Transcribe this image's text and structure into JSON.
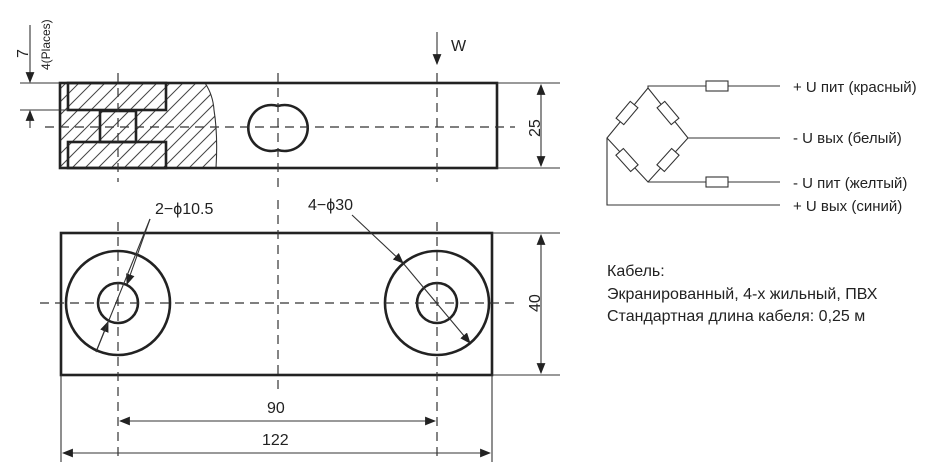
{
  "drawing": {
    "load_label": "W",
    "dim_thickness": "7",
    "dim_places": "4(Places)",
    "dim_height_side": "25",
    "dim_width_top": "40",
    "dim_small_holes": "2−ϕ10.5",
    "dim_large_holes": "4−ϕ30",
    "dim_hole_spacing": "90",
    "dim_total_length": "122"
  },
  "wiring": {
    "wires": [
      {
        "label": "+ U пит (красный)"
      },
      {
        "label": "- U вых (белый)"
      },
      {
        "label": "- U пит (желтый)"
      },
      {
        "label": "+ U вых (синий)"
      }
    ]
  },
  "cable": {
    "title": "Кабель:",
    "line1": "Экранированный, 4-х жильный, ПВХ",
    "line2": "Стандартная длина кабеля: 0,25 м"
  }
}
